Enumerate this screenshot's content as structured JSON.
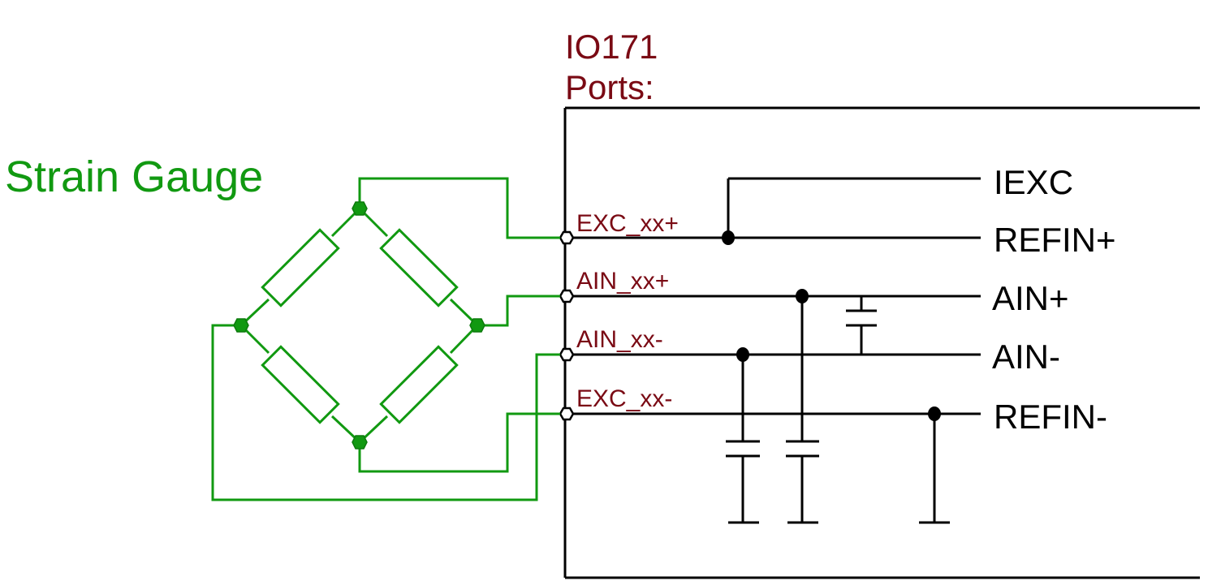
{
  "colors": {
    "wire": "#000000",
    "gauge": "#119911",
    "port_label": "#7a0a14",
    "signal_label": "#000000"
  },
  "gauge": {
    "title": "Strain Gauge"
  },
  "device": {
    "name": "IO171",
    "ports_heading": "Ports:"
  },
  "ports": {
    "exc_plus": "EXC_xx+",
    "ain_plus": "AIN_xx+",
    "ain_minus": "AIN_xx-",
    "exc_minus": "EXC_xx-"
  },
  "signals": {
    "iexc": "IEXC",
    "refin_plus": "REFIN+",
    "ain_plus": "AIN+",
    "ain_minus": "AIN-",
    "refin_minus": "REFIN-"
  }
}
